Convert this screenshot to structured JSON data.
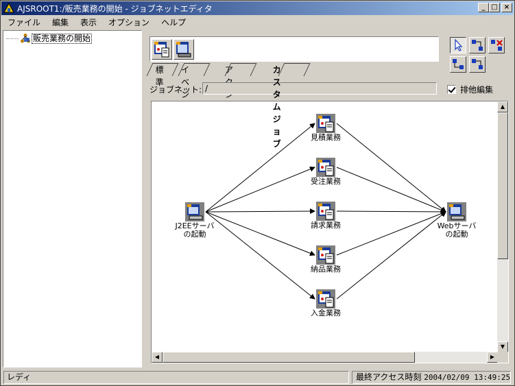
{
  "window": {
    "title": "AJSROOT1:/販売業務の開始 - ジョブネットエディタ"
  },
  "titlebar_buttons": {
    "minimize": "_",
    "maximize": "□",
    "close": "×"
  },
  "menu": [
    "ファイル",
    "編集",
    "表示",
    "オプション",
    "ヘルプ"
  ],
  "tree": {
    "root_label": "販売業務の開始"
  },
  "tabs": [
    {
      "label": "標準",
      "active": false
    },
    {
      "label": "イベント",
      "active": false
    },
    {
      "label": "アクション",
      "active": false
    },
    {
      "label": "カスタムジョブ",
      "active": true
    }
  ],
  "jobnet": {
    "label": "ジョブネット:",
    "value": "/"
  },
  "exclusive_edit": {
    "label": "排他編集",
    "checked": true
  },
  "nodes": [
    {
      "id": "j2ee",
      "label": "J2EEサーバ\nの起動",
      "icon": "server-job-icon"
    },
    {
      "id": "mitsumori",
      "label": "見積業務",
      "icon": "custom-job-icon"
    },
    {
      "id": "juchu",
      "label": "受注業務",
      "icon": "custom-job-icon"
    },
    {
      "id": "seikyu",
      "label": "請求業務",
      "icon": "custom-job-icon"
    },
    {
      "id": "nohin",
      "label": "納品業務",
      "icon": "custom-job-icon"
    },
    {
      "id": "nyukin",
      "label": "入金業務",
      "icon": "custom-job-icon"
    },
    {
      "id": "web",
      "label": "Webサーバ\nの起動",
      "icon": "server-job-icon"
    }
  ],
  "edges": [
    [
      "j2ee",
      "mitsumori"
    ],
    [
      "j2ee",
      "juchu"
    ],
    [
      "j2ee",
      "seikyu"
    ],
    [
      "j2ee",
      "nohin"
    ],
    [
      "j2ee",
      "nyukin"
    ],
    [
      "mitsumori",
      "web"
    ],
    [
      "juchu",
      "web"
    ],
    [
      "seikyu",
      "web"
    ],
    [
      "nohin",
      "web"
    ],
    [
      "nyukin",
      "web"
    ]
  ],
  "status": {
    "left": "レディ",
    "right_label": "最終アクセス時刻",
    "right_time": "2004/02/09 13:49:25"
  }
}
